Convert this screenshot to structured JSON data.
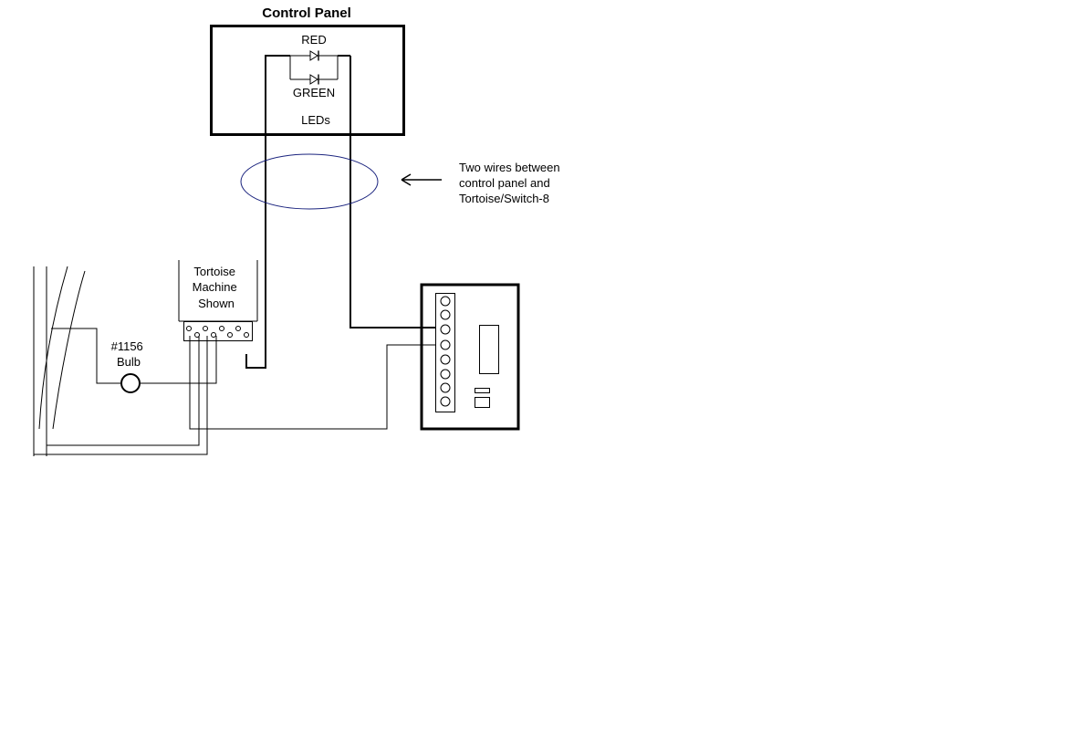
{
  "control_panel": {
    "title": "Control Panel",
    "led_red_label": "RED",
    "led_green_label": "GREEN",
    "leds_label": "LEDs"
  },
  "annotation": {
    "lines": [
      "Two wires between",
      "control panel and",
      "Tortoise/Switch-8"
    ]
  },
  "tortoise": {
    "lines": [
      "Tortoise",
      "Machine",
      "Shown"
    ]
  },
  "bulb": {
    "lines": [
      "#1156",
      "Bulb"
    ]
  },
  "colors": {
    "ink": "#000000",
    "highlight": "#1a237e"
  }
}
